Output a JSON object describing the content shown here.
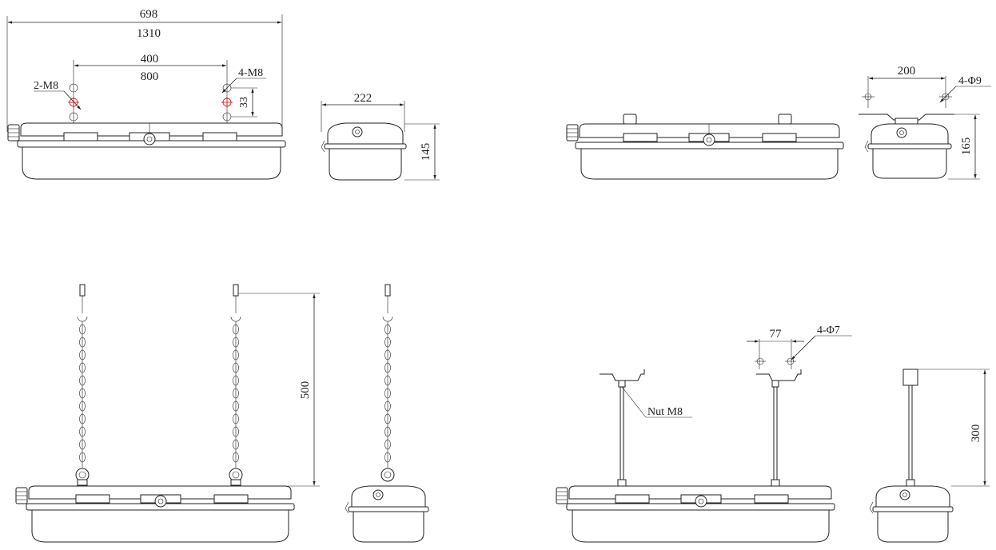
{
  "surface_mount": {
    "dim_length_a": "698",
    "dim_length_b": "1310",
    "dim_spacing_a": "400",
    "dim_spacing_b": "800",
    "label_left_holes": "2-M8",
    "label_right_holes": "4-M8",
    "dim_hole_pitch": "33",
    "dim_width": "222",
    "dim_height": "145"
  },
  "bracket_mount": {
    "dim_bracket_spacing": "200",
    "label_bracket_holes": "4-Φ9",
    "dim_height": "165"
  },
  "chain_mount": {
    "dim_chain_length": "500"
  },
  "pole_mount": {
    "dim_bracket_spacing": "77",
    "label_bracket_holes": "4-Φ7",
    "label_nut": "Nut M8",
    "dim_pole_length": "300"
  },
  "colors": {
    "line": "#222222",
    "hole_highlight": "#d22222"
  }
}
